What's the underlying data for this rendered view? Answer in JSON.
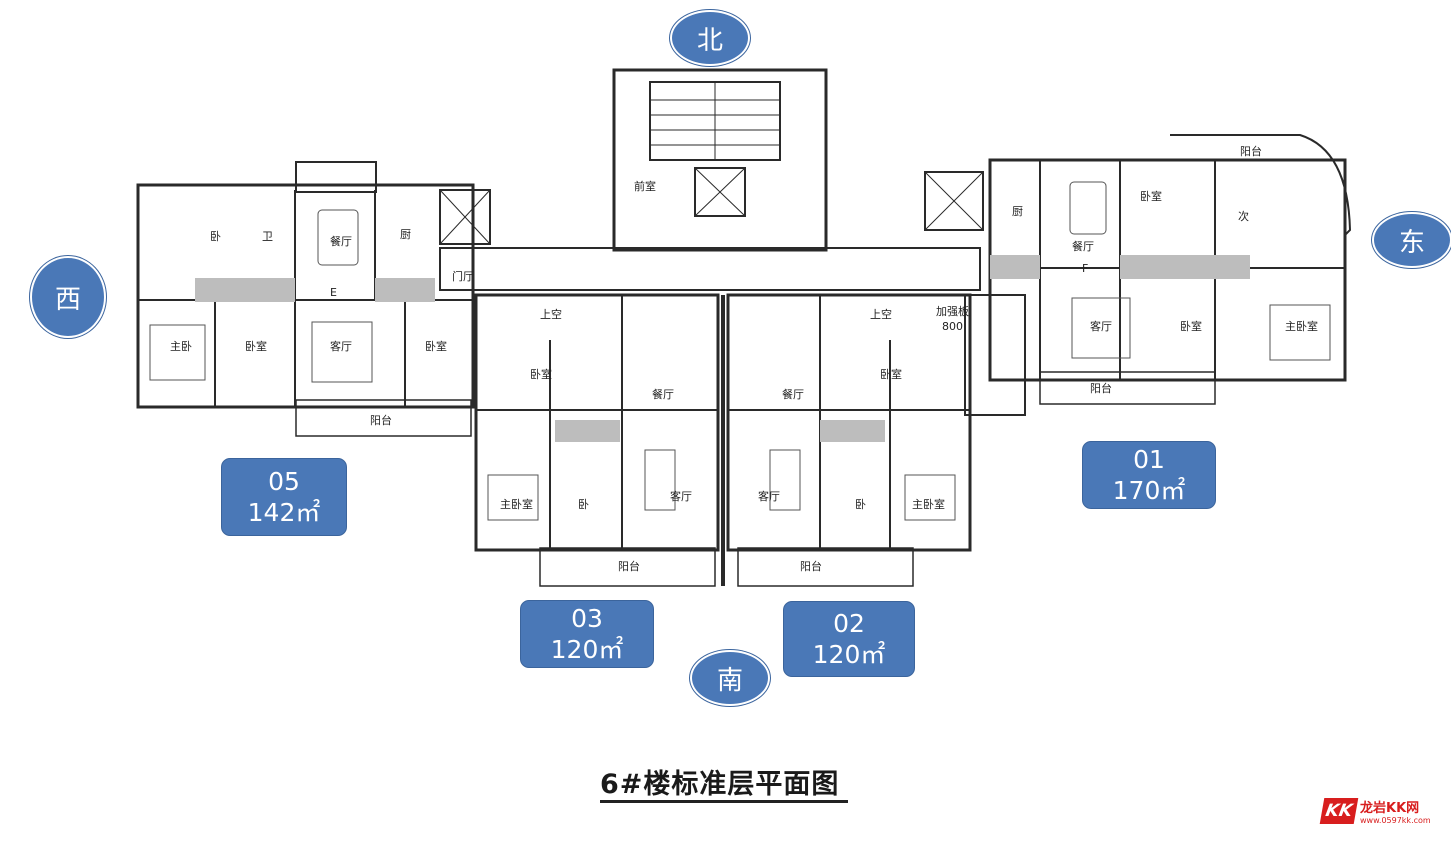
{
  "compass": {
    "north": "北",
    "south": "南",
    "east": "东",
    "west": "西"
  },
  "units": [
    {
      "id": "05",
      "area": "142㎡"
    },
    {
      "id": "03",
      "area": "120㎡"
    },
    {
      "id": "02",
      "area": "120㎡"
    },
    {
      "id": "01",
      "area": "170㎡"
    }
  ],
  "rooms": {
    "master_bedroom_short": "主卧",
    "master_bedroom": "主卧室",
    "bedroom_short": "卧",
    "bedroom": "卧室",
    "second_bedroom": "次",
    "living_room": "客厅",
    "dining_room": "餐厅",
    "kitchen": "厨",
    "bathroom": "卫",
    "balcony": "阳台",
    "lobby": "门厅",
    "front_room": "前室",
    "upper_void": "上空",
    "wash_basin": "加强板",
    "unit_label_e": "E",
    "unit_label_f": "F",
    "dim_800": "800"
  },
  "title": "6#楼标准层平面图",
  "logo": {
    "mark": "KK",
    "name": "龙岩KK网",
    "url": "www.0597kk.com"
  }
}
